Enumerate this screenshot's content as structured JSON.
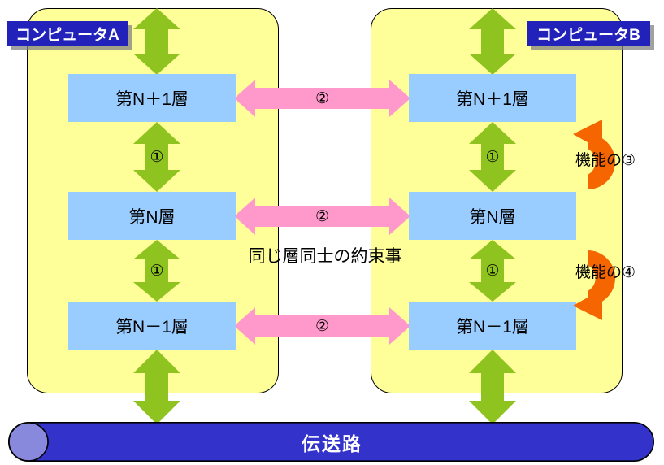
{
  "diagram": {
    "title_hidden": "",
    "computers": [
      {
        "id": "a",
        "label": "コンピュータA"
      },
      {
        "id": "b",
        "label": "コンピュータB"
      }
    ],
    "layers": [
      {
        "id": "np1",
        "label": "第N＋1層"
      },
      {
        "id": "n",
        "label": "第N層"
      },
      {
        "id": "nm1",
        "label": "第N－1層"
      }
    ],
    "vertical_arrow_label": "①",
    "horizontal_arrow_label": "②",
    "horizontal_arrow_caption": "同じ層同士の約束事",
    "function_labels": [
      {
        "id": "f3",
        "label": "機能の③"
      },
      {
        "id": "f4",
        "label": "機能の④"
      }
    ],
    "transmission": {
      "label": "伝送路"
    },
    "colors": {
      "panel_fill": "#ffff99",
      "panel_border": "#000000",
      "plate_fill": "#2222bb",
      "plate_text": "#ffffff",
      "layer_fill": "#99ccff",
      "green_arrow": "#8fc31f",
      "pink_arrow": "#ff99cc",
      "orange_arrow": "#f56500",
      "cylinder_body": "#3333cc",
      "cylinder_cap": "#8888dd"
    }
  }
}
